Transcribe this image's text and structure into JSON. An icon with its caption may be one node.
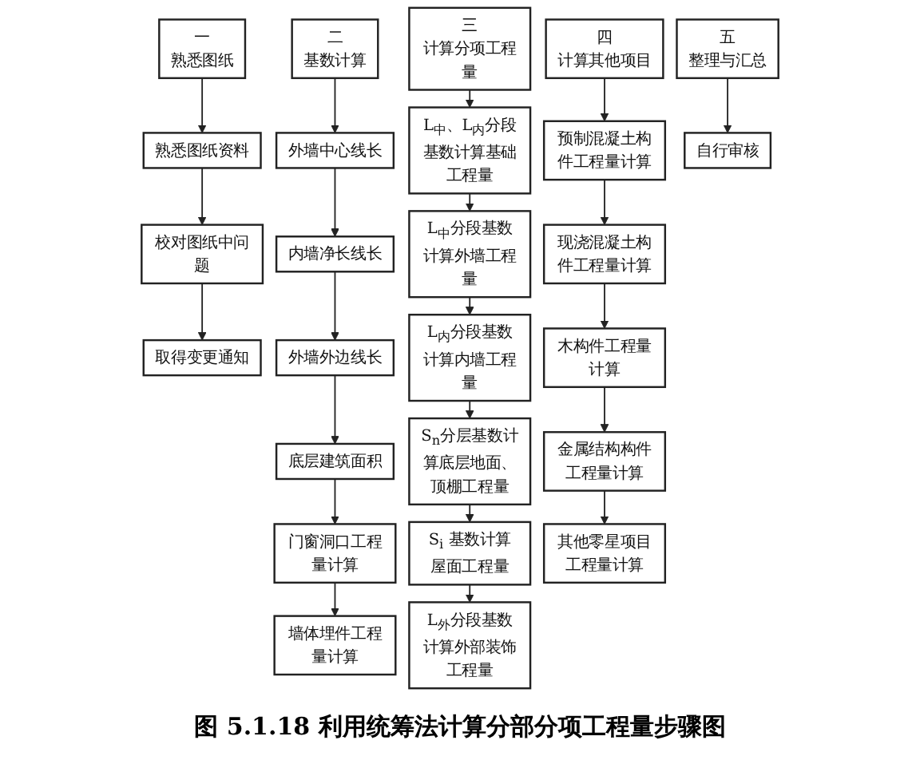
{
  "diagram": {
    "caption": "图 5.1.18 利用统筹法计算分部分项工程量步骤图",
    "nodes": [
      {
        "text": [
          "一",
          "熟悉图纸"
        ]
      },
      {
        "text": [
          "熟悉图纸资料"
        ]
      },
      {
        "text": [
          "校对图纸中问题"
        ]
      },
      {
        "text": [
          "取得变更通知"
        ]
      },
      {
        "text": [
          "二",
          "基数计算"
        ]
      },
      {
        "text": [
          "外墙中心线长"
        ]
      },
      {
        "text": [
          "内墙净长线长"
        ]
      },
      {
        "text": [
          "外墙外边线长"
        ]
      },
      {
        "text": [
          "底层建筑面积"
        ]
      },
      {
        "text": [
          "门窗洞口工程量计算"
        ]
      },
      {
        "text": [
          "墙体埋件工程量计算"
        ]
      },
      {
        "text": [
          "三",
          "计算分项工程量"
        ]
      },
      {
        "text": [
          "L$_{中}$、L$_{内}$分段基数计算基础工程量"
        ]
      },
      {
        "text": [
          "L$_{中}$分段基数计算外墙工程量"
        ]
      },
      {
        "text": [
          "L$_{内}$分段基数计算内墙工程量"
        ]
      },
      {
        "text": [
          "S$_{n}$分层基数计算底层地面、顶棚工程量"
        ]
      },
      {
        "text": [
          "S$_{i}$ 基数计算屋面工程量"
        ]
      },
      {
        "text": [
          "L$_{外}$分段基数计算外部装饰工程量"
        ]
      },
      {
        "text": [
          "四",
          "计算其他项目"
        ]
      },
      {
        "text": [
          "预制混凝土构件工程量计算"
        ]
      },
      {
        "text": [
          "现浇混凝土构件工程量计算"
        ]
      },
      {
        "text": [
          "木构件工程量计算"
        ]
      },
      {
        "text": [
          "金属结构构件工程量计算"
        ]
      },
      {
        "text": [
          "其他零星项目工程量计算"
        ]
      },
      {
        "text": [
          "五",
          "整理与汇总"
        ]
      },
      {
        "text": [
          "自行审核"
        ]
      }
    ],
    "edges": [
      {
        "from": 0,
        "to": 1,
        "arrow": "to"
      },
      {
        "from": 1,
        "to": 2,
        "arrow": "to"
      },
      {
        "from": 2,
        "to": 3,
        "arrow": "to"
      },
      {
        "from": 4,
        "to": 5,
        "arrow": "to"
      },
      {
        "from": 5,
        "to": 6,
        "arrow": "to"
      },
      {
        "from": 6,
        "to": 7,
        "arrow": "to"
      },
      {
        "from": 7,
        "to": 8,
        "arrow": "to"
      },
      {
        "from": 8,
        "to": 9,
        "arrow": "to"
      },
      {
        "from": 9,
        "to": 10,
        "arrow": "to"
      },
      {
        "from": 11,
        "to": 12,
        "arrow": "to"
      },
      {
        "from": 12,
        "to": 13,
        "arrow": "to"
      },
      {
        "from": 13,
        "to": 14,
        "arrow": "to"
      },
      {
        "from": 14,
        "to": 15,
        "arrow": "to"
      },
      {
        "from": 15,
        "to": 16,
        "arrow": "to"
      },
      {
        "from": 16,
        "to": 17,
        "arrow": "to"
      },
      {
        "from": 18,
        "to": 19,
        "arrow": "to"
      },
      {
        "from": 19,
        "to": 20,
        "arrow": "to"
      },
      {
        "from": 20,
        "to": 21,
        "arrow": "to"
      },
      {
        "from": 21,
        "to": 22,
        "arrow": "to"
      },
      {
        "from": 22,
        "to": 23,
        "arrow": "to"
      },
      {
        "from": 24,
        "to": 25,
        "arrow": "to"
      }
    ]
  }
}
